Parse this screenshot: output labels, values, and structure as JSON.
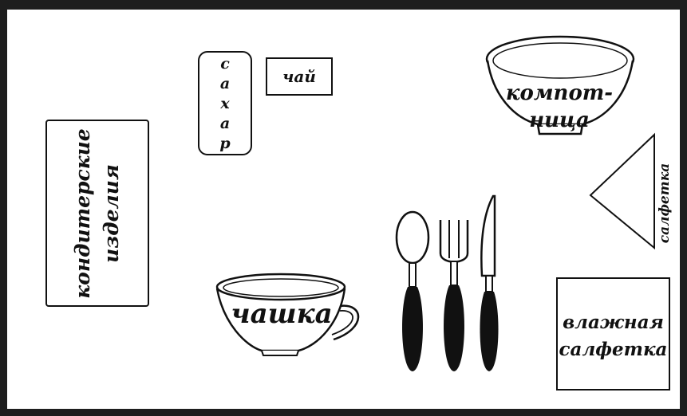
{
  "items": {
    "sweets": "кондитерские изделия",
    "sugar_letters": [
      "с",
      "а",
      "х",
      "а",
      "р"
    ],
    "tea": "чай",
    "bowl": [
      "компот-",
      "ница"
    ],
    "napkin": "салфетка",
    "cup": "чашка",
    "wet_napkin": [
      "влажная",
      "салфетка"
    ]
  },
  "colors": {
    "ink": "#111111",
    "frame": "#1e1e1e",
    "background": "#ffffff"
  },
  "icons": [
    "bowl-icon",
    "napkin-icon",
    "cup-icon",
    "spoon-icon",
    "fork-icon",
    "knife-icon"
  ]
}
